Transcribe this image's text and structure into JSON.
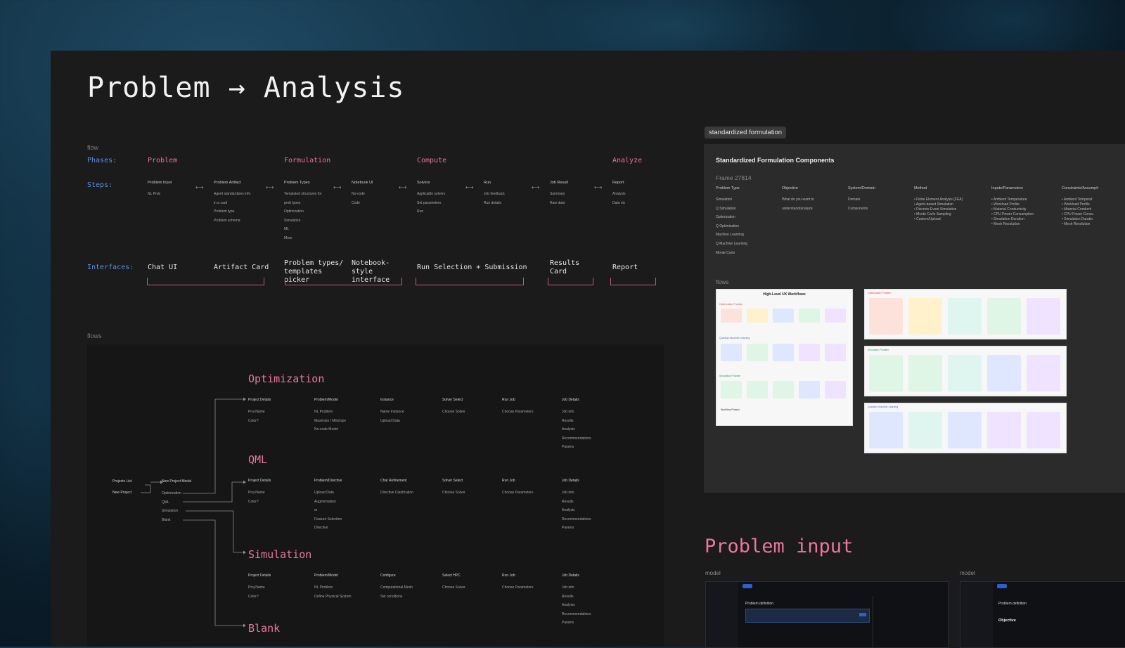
{
  "title": "Problem → Analysis",
  "flow_label": "flow",
  "phases_label": "Phases:",
  "phases": [
    "Problem",
    "Formulation",
    "Compute",
    "Analyze"
  ],
  "steps_label": "Steps:",
  "steps": [
    {
      "title": "Problem Input",
      "items": [
        "NL Prob"
      ]
    },
    {
      "title": "Problem Artifact",
      "items": [
        "Agent standardizes info",
        "in a card",
        "Problem type",
        "Problem schema"
      ]
    },
    {
      "title": "Problem Types",
      "items": [
        "Templated structures for",
        "prob types",
        "Optimization",
        "Simulation",
        "ML",
        "More"
      ]
    },
    {
      "title": "Notebook UI",
      "items": [
        "No-code",
        "Code"
      ]
    },
    {
      "title": "Solvers",
      "items": [
        "Applicable solvers",
        "Set parameters",
        "Run"
      ]
    },
    {
      "title": "Run",
      "items": [
        "Job feedback",
        "Run details"
      ]
    },
    {
      "title": "Job Result",
      "items": [
        "Summary",
        "Raw data"
      ]
    },
    {
      "title": "Report",
      "items": [
        "Analysis",
        "Data viz"
      ]
    }
  ],
  "interfaces_label": "Interfaces:",
  "interfaces": [
    "Chat UI",
    "Artifact Card",
    "Problem types/ templates picker",
    "Notebook-style interface",
    "Run Selection + Submission",
    "Results Card",
    "Report"
  ],
  "flows_label": "flows",
  "entry": {
    "left": [
      "Projects List",
      "New Project"
    ],
    "modal": "New Project Modal",
    "options": [
      "Optimization",
      "QML",
      "Simulation",
      "Blank"
    ]
  },
  "sections": [
    {
      "title": "Optimization",
      "columns": [
        {
          "h": "Project Details",
          "items": [
            "Proj Name",
            "Color?"
          ]
        },
        {
          "h": "Problem/Model",
          "items": [
            "NL Problem",
            "Maximize / Minimize",
            "No-code Model"
          ]
        },
        {
          "h": "Instance",
          "items": [
            "Name Instance",
            "Upload Data"
          ]
        },
        {
          "h": "Solver Select",
          "items": [
            "Choose Solver"
          ]
        },
        {
          "h": "Run Job",
          "items": [
            "Choose Parameters"
          ]
        },
        {
          "h": "Job Details",
          "items": [
            "Job info",
            "Results",
            "Analysis",
            "Recommendations",
            "Params"
          ]
        }
      ]
    },
    {
      "title": "QML",
      "columns": [
        {
          "h": "Project Details",
          "items": [
            "Proj Name",
            "Color?"
          ]
        },
        {
          "h": "Problem/Directive",
          "items": [
            "Upload Data",
            "Augmentation",
            "or",
            "Feature Selection",
            "Directive"
          ]
        },
        {
          "h": "Chat Refinement",
          "items": [
            "Directive Clarification"
          ]
        },
        {
          "h": "Solver Select",
          "items": [
            "Choose Solver"
          ]
        },
        {
          "h": "Run Job",
          "items": [
            "Choose Parameters"
          ]
        },
        {
          "h": "Job Details",
          "items": [
            "Job info",
            "Results",
            "Analysis",
            "Recommendations",
            "Params"
          ]
        }
      ]
    },
    {
      "title": "Simulation",
      "columns": [
        {
          "h": "Project Details",
          "items": [
            "Proj Name",
            "Color?"
          ]
        },
        {
          "h": "Problem/Model",
          "items": [
            "NL Problem",
            "Define Physical System"
          ]
        },
        {
          "h": "Configure",
          "items": [
            "Computational Mesh",
            "Set conditions"
          ]
        },
        {
          "h": "Select HPC",
          "items": [
            "Choose Solver"
          ]
        },
        {
          "h": "Run Job",
          "items": [
            "Choose Parameters"
          ]
        },
        {
          "h": "Job Details",
          "items": [
            "Job info",
            "Results",
            "Analysis",
            "Recommendations",
            "Params"
          ]
        }
      ]
    },
    {
      "title": "Blank",
      "columns": []
    }
  ],
  "panel": {
    "tag": "standardized formulation",
    "heading": "Standardized Formulation Components",
    "frame": "Frame 27814",
    "columns": [
      {
        "h": "Problem Type",
        "items": [
          "Simulation",
          "Q Simulation",
          "Optimization",
          "Q Optimization",
          "Machine Learning",
          "Q Machine Learning",
          "Monte Carlo"
        ]
      },
      {
        "h": "Objective",
        "items": [
          "What do you want to",
          "understand/analyze"
        ]
      },
      {
        "h": "System/Domain",
        "items": [
          "Domain",
          "Components"
        ]
      },
      {
        "h": "Method",
        "items": [
          "• Finite Element Analysis (FEA)",
          "• Agent-based Simulation",
          "• Discrete Event Simulation",
          "• Monte Carlo Sampling",
          "• Custom/Upload"
        ]
      },
      {
        "h": "Inputs/Parameters",
        "items": [
          "• Ambient Temperature",
          "• Workload Profile",
          "• Material Conductivity",
          "• CPU Power Consumption",
          "• Simulation Duration",
          "• Mesh Resolution"
        ]
      },
      {
        "h": "Constraints/Assumpti",
        "items": [
          "• Ambient Temperat",
          "• Workload Profile",
          "• Material Conducti",
          "• CPU Power Consu",
          "• Simulation Duratio",
          "• Mesh Resolution"
        ]
      }
    ],
    "flows_label": "flows",
    "thumb_title": "High-Level UX Workflows",
    "thumb_sections": [
      "Optimization Problem",
      "Quantum Machine Learning",
      "Simulation Problem",
      "Workflow Phases"
    ],
    "right_sections": [
      "Optimization Problem",
      "Simulation Problem",
      "Quantum Machine Learning"
    ]
  },
  "problem_input": {
    "title": "Problem input",
    "model_label": "model",
    "screen_title": "Problem definition",
    "screen_sub": "Objective"
  },
  "colors": {
    "accent_pink": "#ea76a0",
    "accent_blue": "#5a8fe0",
    "panel": "#2b2b2b",
    "bg": "#1b1b1b"
  }
}
